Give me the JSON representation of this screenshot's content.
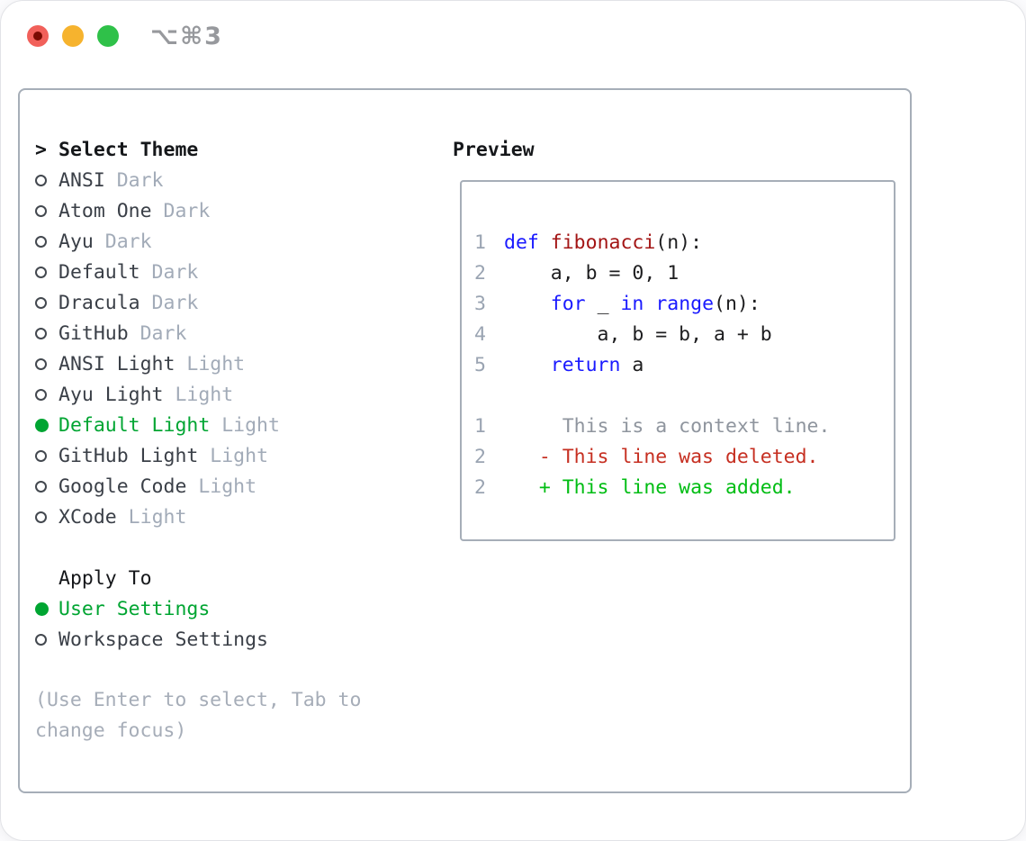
{
  "window": {
    "shortcut": "⌥⌘3",
    "traffic_lights": [
      "close",
      "minimize",
      "zoom"
    ]
  },
  "theme_picker": {
    "prompt": ">",
    "title": "Select Theme",
    "themes": [
      {
        "name": "ANSI",
        "tag": "Dark",
        "selected": false
      },
      {
        "name": "Atom One",
        "tag": "Dark",
        "selected": false
      },
      {
        "name": "Ayu",
        "tag": "Dark",
        "selected": false
      },
      {
        "name": "Default",
        "tag": "Dark",
        "selected": false
      },
      {
        "name": "Dracula",
        "tag": "Dark",
        "selected": false
      },
      {
        "name": "GitHub",
        "tag": "Dark",
        "selected": false
      },
      {
        "name": "ANSI Light",
        "tag": "Light",
        "selected": false
      },
      {
        "name": "Ayu Light",
        "tag": "Light",
        "selected": false
      },
      {
        "name": "Default Light",
        "tag": "Light",
        "selected": true
      },
      {
        "name": "GitHub Light",
        "tag": "Light",
        "selected": false
      },
      {
        "name": "Google Code",
        "tag": "Light",
        "selected": false
      },
      {
        "name": "XCode",
        "tag": "Light",
        "selected": false
      }
    ],
    "apply_to": {
      "title": "Apply To",
      "options": [
        {
          "name": "User Settings",
          "selected": true
        },
        {
          "name": "Workspace Settings",
          "selected": false
        }
      ]
    },
    "help": "(Use Enter to select, Tab to change focus)"
  },
  "preview": {
    "title": "Preview",
    "lines": [
      {
        "num": "1",
        "segments": [
          {
            "t": "def",
            "c": "kw"
          },
          {
            "t": " ",
            "c": "pl"
          },
          {
            "t": "fibonacci",
            "c": "fn"
          },
          {
            "t": "(n):",
            "c": "pl"
          }
        ]
      },
      {
        "num": "2",
        "segments": [
          {
            "t": "    a, b = 0, 1",
            "c": "pl"
          }
        ]
      },
      {
        "num": "3",
        "segments": [
          {
            "t": "    ",
            "c": "pl"
          },
          {
            "t": "for",
            "c": "kw"
          },
          {
            "t": " _ ",
            "c": "pl"
          },
          {
            "t": "in",
            "c": "kw"
          },
          {
            "t": " ",
            "c": "pl"
          },
          {
            "t": "range",
            "c": "kw"
          },
          {
            "t": "(n):",
            "c": "pl"
          }
        ]
      },
      {
        "num": "4",
        "segments": [
          {
            "t": "        a, b = b, a + b",
            "c": "pl"
          }
        ]
      },
      {
        "num": "5",
        "segments": [
          {
            "t": "    ",
            "c": "pl"
          },
          {
            "t": "return",
            "c": "kw"
          },
          {
            "t": " a",
            "c": "pl"
          }
        ]
      },
      {
        "num": "",
        "segments": []
      },
      {
        "num": "1",
        "segments": [
          {
            "t": "     This is a context line.",
            "c": "ctx"
          }
        ]
      },
      {
        "num": "2",
        "segments": [
          {
            "t": "   - This line was deleted.",
            "c": "del"
          }
        ]
      },
      {
        "num": "2",
        "segments": [
          {
            "t": "   + This line was added.",
            "c": "add"
          }
        ]
      }
    ]
  },
  "colors": {
    "header": "#15171a",
    "item": "#3a3f47",
    "tag": "#a2abb8",
    "help": "#a6adb8",
    "selected": "#00a532",
    "border": "#a6aeb8",
    "keyword": "#1a1aff",
    "function": "#a31515",
    "code": "#1d1d1f",
    "line_number": "#9aa4b2",
    "context": "#8f959e",
    "deleted": "#c62f21",
    "added": "#00bd13",
    "shortcut": "#97999d",
    "light_red": "#f1605a",
    "light_red_dot": "#7a0b02",
    "light_yellow": "#f6b32e",
    "light_green": "#2fc149"
  }
}
